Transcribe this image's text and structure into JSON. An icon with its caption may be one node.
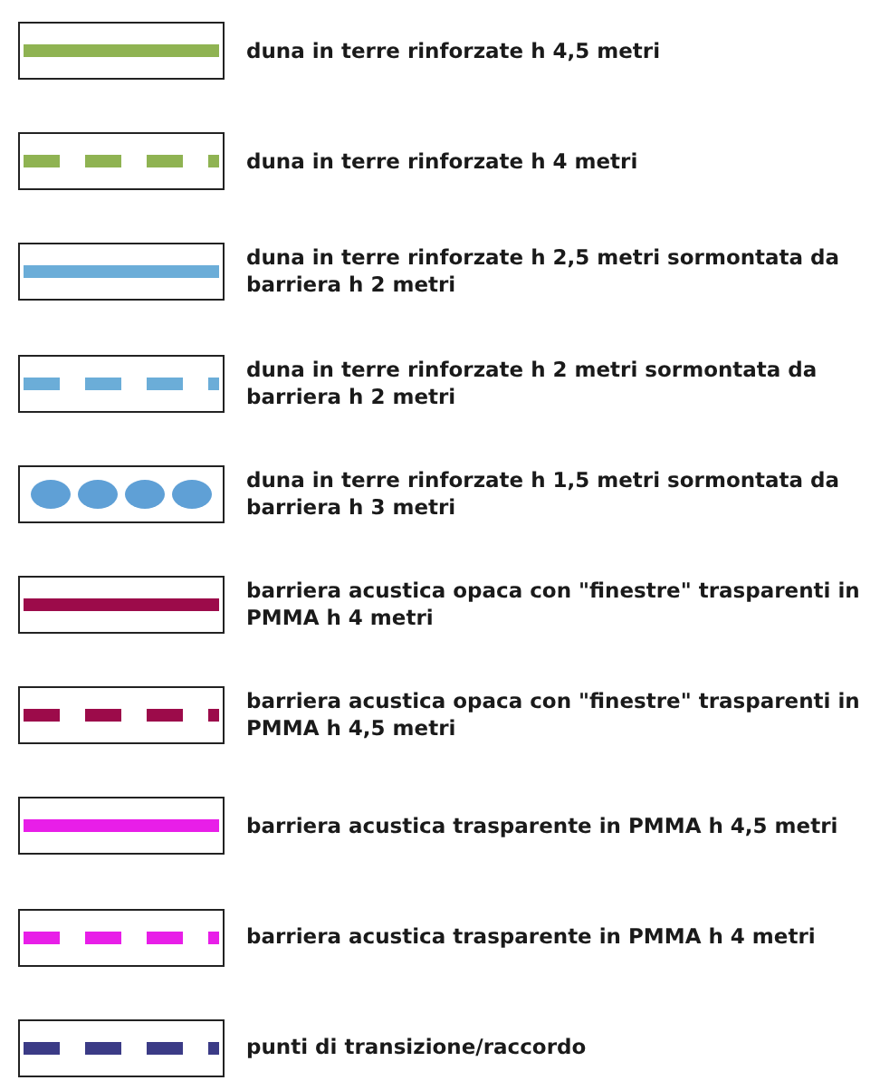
{
  "diagram": {
    "legend": [
      {
        "text": "duna in terre rinforzate h 4,5 metri"
      },
      {
        "text": "duna in terre rinforzate h 4 metri"
      },
      {
        "text": "duna in terre rinforzate h 2,5 metri sormontata da barriera h 2 metri"
      },
      {
        "text": "duna in terre rinforzate h 2 metri sormontata da barriera h 2 metri"
      },
      {
        "text": "duna in terre rinforzate h 1,5 metri sormontata da barriera h 3 metri"
      },
      {
        "text": "barriera acustica opaca con \"finestre\" trasparenti in PMMA h 4 metri"
      },
      {
        "text": "barriera acustica opaca con \"finestre\" trasparenti in PMMA h 4,5 metri"
      },
      {
        "text": "barriera acustica trasparente in PMMA h 4,5 metri"
      },
      {
        "text": "barriera acustica trasparente in PMMA h 4 metri"
      },
      {
        "text": "punti di transizione/raccordo"
      }
    ]
  }
}
